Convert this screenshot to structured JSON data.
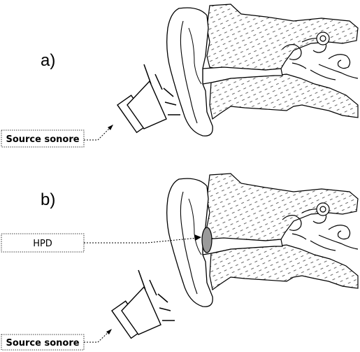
{
  "panels": [
    {
      "letter": "a)",
      "labels": {
        "source": "Source sonore"
      }
    },
    {
      "letter": "b)",
      "labels": {
        "hpd": "HPD",
        "source": "Source sonore"
      }
    }
  ]
}
